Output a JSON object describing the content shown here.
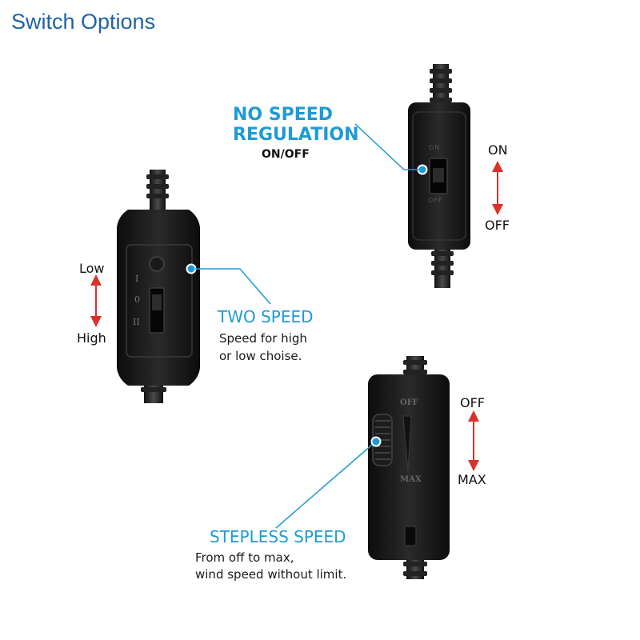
{
  "page": {
    "title": "Switch Options"
  },
  "colors": {
    "accent": "#1f9ad6",
    "arrow": "#d9312b",
    "title": "#1f63a7",
    "device": "#1b1b1b"
  },
  "no_speed": {
    "heading_line1": "NO SPEED",
    "heading_line2": "REGULATION",
    "subtitle": "ON/OFF",
    "top_label": "ON",
    "bottom_label": "OFF",
    "device_marking_top": "ON",
    "device_marking_bottom": "OFF"
  },
  "two_speed": {
    "heading": "TWO SPEED",
    "desc_line1": "Speed for high",
    "desc_line2": "or low choise.",
    "top_label": "Low",
    "bottom_label": "High",
    "device_marking_1": "I",
    "device_marking_2": "0",
    "device_marking_3": "II"
  },
  "stepless": {
    "heading": "STEPLESS SPEED",
    "desc_line1": "From off to max,",
    "desc_line2": "wind speed without limit.",
    "top_label": "OFF",
    "bottom_label": "MAX",
    "device_marking_top": "OFF",
    "device_marking_bottom": "MAX"
  }
}
